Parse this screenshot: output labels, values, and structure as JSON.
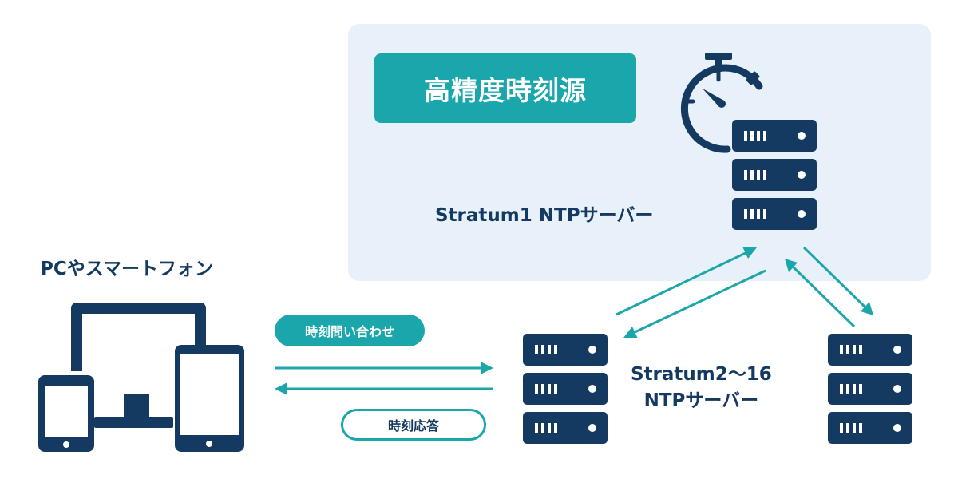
{
  "source": {
    "title": "高精度時刻源"
  },
  "stratum1": {
    "label": "Stratum1  NTPサーバー"
  },
  "devices": {
    "label": "PCやスマートフォン"
  },
  "stratum2": {
    "line1": "Stratum2〜16",
    "line2": "NTPサーバー"
  },
  "messages": {
    "query": "時刻問い合わせ",
    "response": "時刻応答"
  },
  "colors": {
    "navy": "#143a61",
    "teal": "#1aa6ab",
    "panel": "#e8f1f9"
  },
  "icons": [
    "stopwatch-icon",
    "server-icon",
    "monitor-icon",
    "tablet-icon",
    "smartphone-icon",
    "arrow-icon"
  ]
}
